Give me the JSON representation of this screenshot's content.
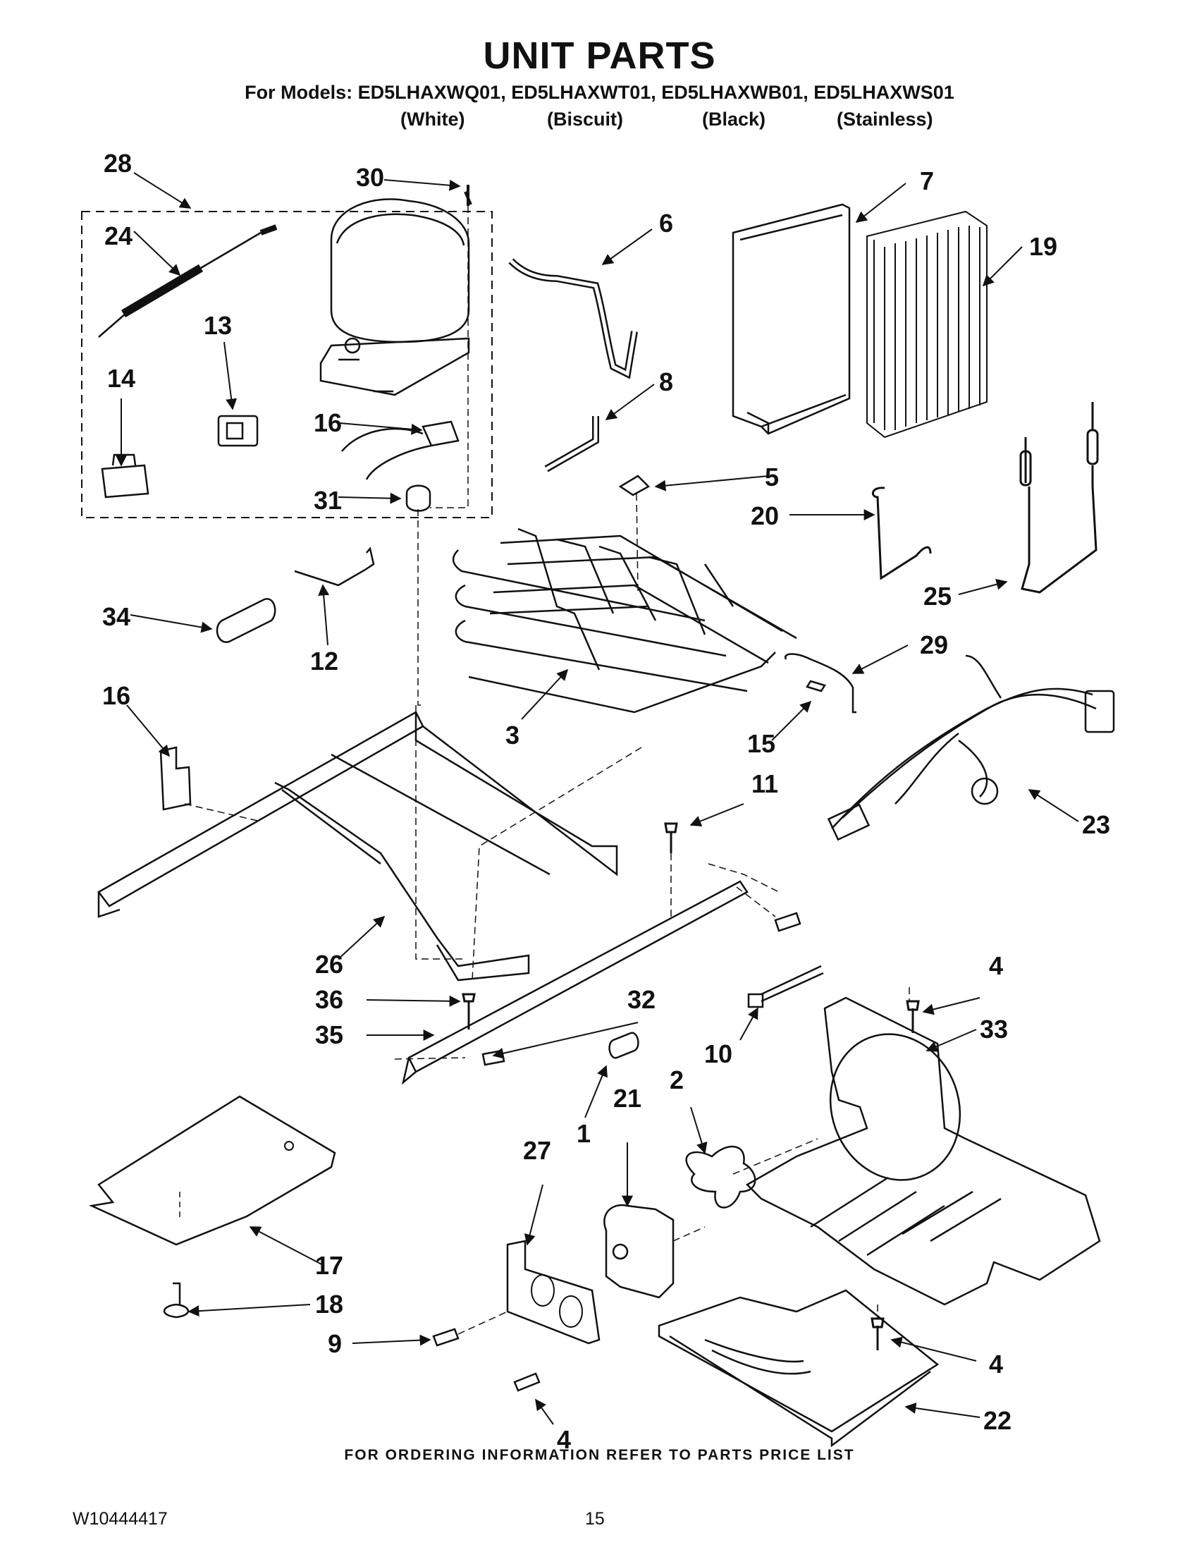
{
  "title": "UNIT PARTS",
  "models_line": "For Models: ED5LHAXWQ01, ED5LHAXWT01, ED5LHAXWB01, ED5LHAXWS01",
  "colors": [
    "(White)",
    "(Biscuit)",
    "(Black)",
    "(Stainless)"
  ],
  "callouts": [
    "28",
    "30",
    "7",
    "24",
    "6",
    "19",
    "13",
    "8",
    "14",
    "16",
    "5",
    "31",
    "20",
    "25",
    "34",
    "12",
    "29",
    "16",
    "3",
    "15",
    "11",
    "23",
    "26",
    "36",
    "32",
    "35",
    "10",
    "4",
    "33",
    "2",
    "1",
    "21",
    "27",
    "17",
    "18",
    "9",
    "4",
    "4",
    "22"
  ],
  "footer": "FOR ORDERING INFORMATION REFER TO PARTS PRICE LIST",
  "doc_number": "W10444417",
  "page_number": "15"
}
